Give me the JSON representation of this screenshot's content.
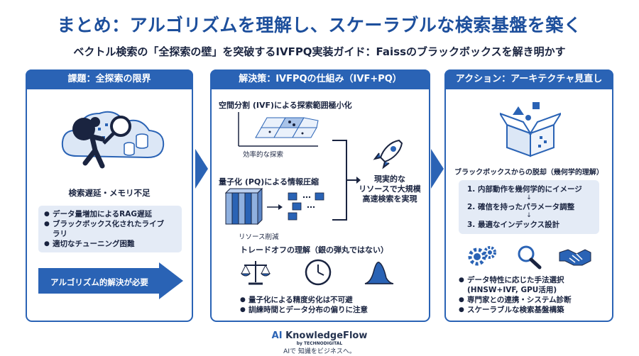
{
  "title": "まとめ：アルゴリズムを理解し、スケーラブルな検索基盤を築く",
  "subtitle": "ベクトル検索の「全探索の壁」を突破するIVFPQ実装ガイド：Faissのブラックボックスを解き明かす",
  "col1": {
    "header": "課題：全探索の限界",
    "caption": "検索遅延・メモリ不足",
    "bullets": [
      "データ量増加によるRAG遅延",
      "ブラックボックス化されたライブ",
      "ラリ",
      "適切なチューニング困難"
    ],
    "arrow_label": "アルゴリズム的解決が必要"
  },
  "col2": {
    "header": "解決策：IVFPQの仕組み（IVF+PQ）",
    "ivf_title": "空間分割 (IVF)による探索範囲極小化",
    "ivf_caption": "効率的な探索",
    "pq_title": "量子化 (PQ)による情報圧縮",
    "pq_caption": "リソース削減",
    "result_lines": [
      "現実的な",
      "リソースで大規模",
      "高速検索を実現"
    ],
    "tradeoff_title": "トレードオフの理解（銀の弾丸ではない）",
    "tradeoff_bullets": [
      "量子化による精度劣化は不可避",
      "訓練時間とデータ分布の偏りに注意"
    ]
  },
  "col3": {
    "header": "アクション：アーキテクチャ見直し",
    "box_caption": "ブラックボックスからの脱却（幾何学的理解）",
    "steps": [
      "1. 内部動作を幾何学的にイメージ",
      "2. 確信を持ったパラメータ調整",
      "3. 最適なインデックス設計"
    ],
    "bullets": [
      "データ特性に応じた手法選択",
      "(HNSW+IVF, GPU活用)",
      "専門家との連携・システム診断",
      "スケーラブルな検索基盤構築"
    ]
  },
  "footer": {
    "brand_ai": "AI",
    "brand_rest": " KnowledgeFlow",
    "by": "by TECHNODIGITAL",
    "tagline": "AIで 知識をビジネスへ。"
  },
  "colors": {
    "primary": "#2a63b5",
    "title": "#1d4f9c",
    "panel": "#e4ebf6",
    "text": "#1a2440"
  }
}
